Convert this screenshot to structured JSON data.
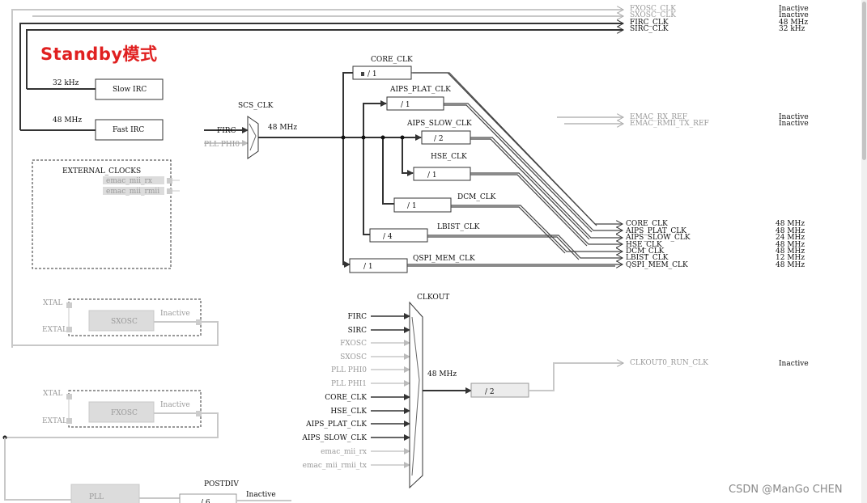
{
  "mode_title": "Standby模式",
  "watermark": "CSDN @ManGo CHEN",
  "top_outputs": [
    {
      "name": "FXOSC_CLK",
      "status": "Inactive"
    },
    {
      "name": "SXOSC_CLK",
      "status": "Inactive"
    },
    {
      "name": "FIRC_CLK",
      "status": "48 MHz"
    },
    {
      "name": "SIRC_CLK",
      "status": "32 kHz"
    }
  ],
  "emac_outputs": [
    {
      "name": "EMAC_RX_REF",
      "status": "Inactive"
    },
    {
      "name": "EMAC_RMII_TX_REF",
      "status": "Inactive"
    }
  ],
  "slow_irc": {
    "freq": "32 kHz",
    "label": "Slow IRC"
  },
  "fast_irc": {
    "freq": "48 MHz",
    "label": "Fast IRC"
  },
  "external_clocks": {
    "title": "EXTERNAL_CLOCKS",
    "items": [
      "emac_mii_rx",
      "emac_mii_rmii"
    ]
  },
  "sxosc": {
    "label": "SXOSC",
    "xtal": "XTAL",
    "extal": "EXTAL",
    "status": "Inactive"
  },
  "fxosc": {
    "label": "FXOSC",
    "xtal": "XTAL",
    "extal": "EXTAL",
    "status": "Inactive"
  },
  "pll": {
    "label": "PLL",
    "postdiv_label": "POSTDIV",
    "postdiv_value": "/ 6",
    "status": "Inactive"
  },
  "scs": {
    "label": "SCS_CLK",
    "inputs": [
      "FIRC",
      "PLL PHI0"
    ],
    "freq": "48 MHz"
  },
  "dividers": [
    {
      "label": "CORE_CLK",
      "value": "/ 1"
    },
    {
      "label": "AIPS_PLAT_CLK",
      "value": "/ 1"
    },
    {
      "label": "AIPS_SLOW_CLK",
      "value": "/ 2"
    },
    {
      "label": "HSE_CLK",
      "value": "/ 1"
    },
    {
      "label": "DCM_CLK",
      "value": "/ 1"
    },
    {
      "label": "LBIST_CLK",
      "value": "/ 4"
    },
    {
      "label": "QSPI_MEM_CLK",
      "value": "/ 1"
    }
  ],
  "system_outputs": [
    {
      "name": "CORE_CLK",
      "freq": "48 MHz"
    },
    {
      "name": "AIPS_PLAT_CLK",
      "freq": "48 MHz"
    },
    {
      "name": "AIPS_SLOW_CLK",
      "freq": "24 MHz"
    },
    {
      "name": "HSE_CLK",
      "freq": "48 MHz"
    },
    {
      "name": "DCM_CLK",
      "freq": "48 MHz"
    },
    {
      "name": "LBIST_CLK",
      "freq": "12 MHz"
    },
    {
      "name": "QSPI_MEM_CLK",
      "freq": "48 MHz"
    }
  ],
  "clkout": {
    "label": "CLKOUT",
    "inputs": [
      "FIRC",
      "SIRC",
      "FXOSC",
      "SXOSC",
      "PLL PHI0",
      "PLL PHI1",
      "CORE_CLK",
      "HSE_CLK",
      "AIPS_PLAT_CLK",
      "AIPS_SLOW_CLK",
      "emac_mii_rx",
      "emac_mii_rmii_tx"
    ],
    "input_active": [
      true,
      true,
      false,
      false,
      false,
      false,
      true,
      true,
      true,
      true,
      false,
      false
    ],
    "freq": "48 MHz",
    "divider": "/ 2",
    "output": "CLKOUT0_RUN_CLK",
    "status": "Inactive"
  },
  "colors": {
    "active": "#333333",
    "inactive": "#c8c8c8",
    "title": "#e02020",
    "block": "#dcdcdc"
  }
}
